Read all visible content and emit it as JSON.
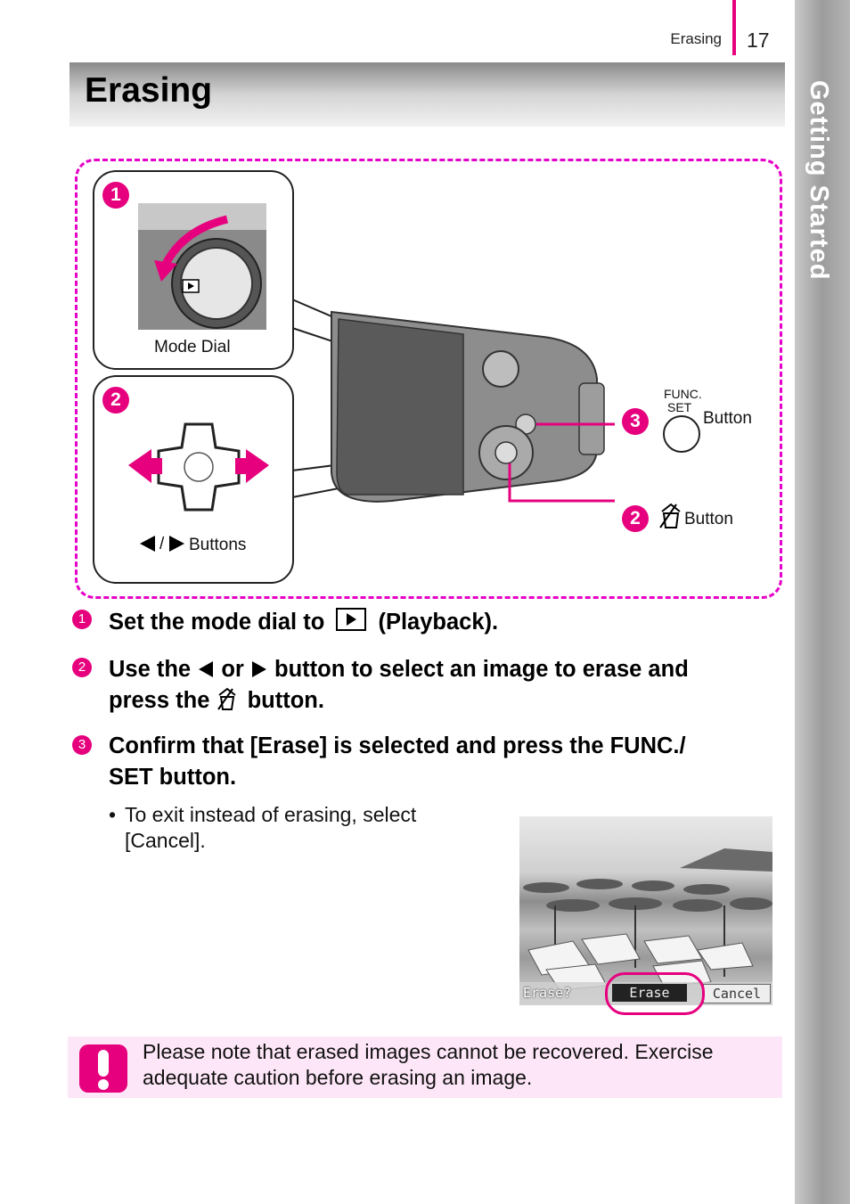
{
  "header": {
    "section_label": "Erasing",
    "page_number": "17"
  },
  "side_tab": {
    "label": "Getting Started"
  },
  "title": "Erasing",
  "illustration": {
    "callout_mode_dial": {
      "badge": "1",
      "label": "Mode Dial"
    },
    "callout_arrows": {
      "badge": "2",
      "label": "Buttons",
      "separator": "/"
    },
    "func_set_callout": {
      "badge": "3",
      "icon_text_top": "FUNC.",
      "icon_text_bottom": "SET",
      "label": "Button"
    },
    "erase_callout": {
      "badge": "2",
      "label": "Button"
    },
    "lcd_screen": {
      "erase_prompt": "Erase?",
      "erase_option": "Erase",
      "cancel_option": "Cancel"
    }
  },
  "steps": [
    {
      "number": "1",
      "text_a": "Set the mode dial to",
      "text_b": "(Playback)."
    },
    {
      "number": "2",
      "text_a": "Use the",
      "text_or": "or",
      "text_b": "button to select an image to erase and",
      "text_c": "press the",
      "text_d": "button."
    },
    {
      "number": "3",
      "line1": "Confirm that [Erase] is selected and press the FUNC./",
      "line2": "SET button."
    }
  ],
  "note": {
    "bullet": "•",
    "line1": "To exit instead of erasing, select",
    "line2": "[Cancel]."
  },
  "caution": {
    "line1": "Please note that erased images cannot be recovered. Exercise",
    "line2": "adequate caution before erasing an image."
  },
  "colors": {
    "accent": "#e6007e",
    "dashed_frame": "#e600c8",
    "caution_bg": "#fde6f7",
    "side_tab": "#a8a8a8"
  }
}
